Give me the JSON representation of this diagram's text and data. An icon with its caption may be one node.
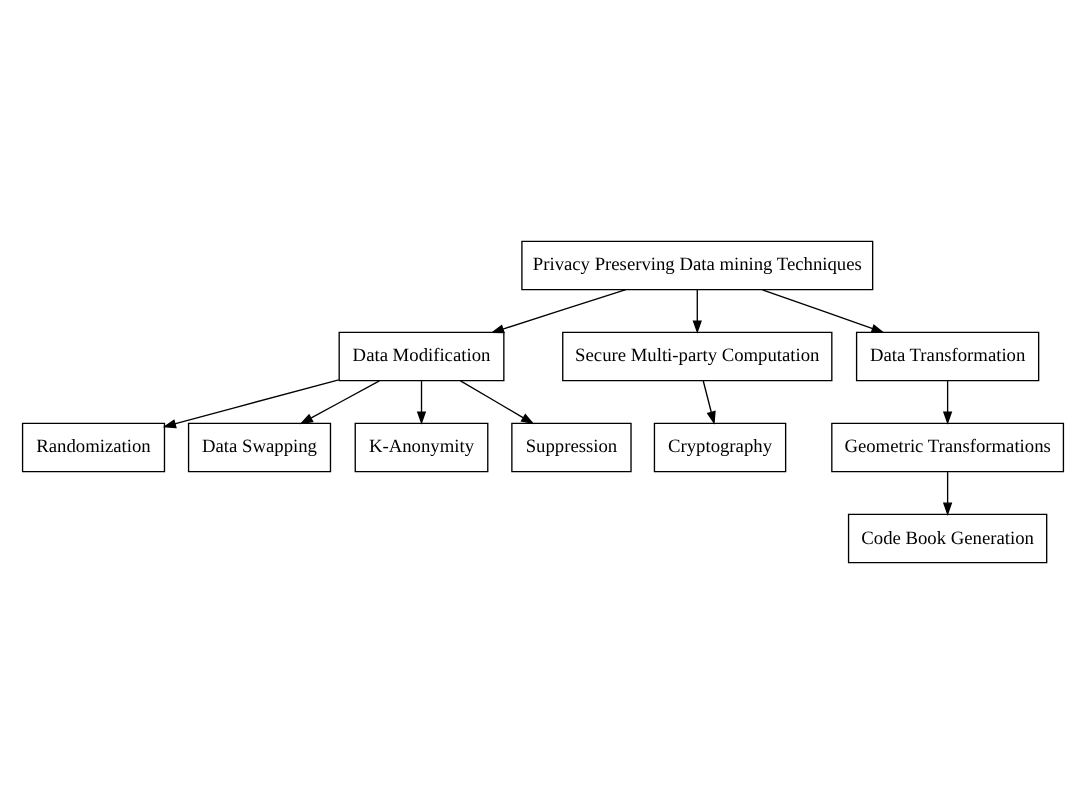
{
  "diagram": {
    "nodes": [
      {
        "text": [
          "Privacy Preserving Data mining Techniques"
        ]
      },
      {
        "text": [
          "Data Modification"
        ]
      },
      {
        "text": [
          "Secure Multi-party Computation"
        ]
      },
      {
        "text": [
          "Data Transformation"
        ]
      },
      {
        "text": [
          "Randomization"
        ]
      },
      {
        "text": [
          "Data Swapping"
        ]
      },
      {
        "text": [
          "K-Anonymity"
        ]
      },
      {
        "text": [
          "Suppression"
        ]
      },
      {
        "text": [
          "Cryptography"
        ]
      },
      {
        "text": [
          "Geometric Transformations"
        ]
      },
      {
        "text": [
          "Code Book Generation"
        ]
      }
    ],
    "edges": [
      {
        "from": 0,
        "to": 1,
        "arrow": "to"
      },
      {
        "from": 0,
        "to": 2,
        "arrow": "to"
      },
      {
        "from": 0,
        "to": 3,
        "arrow": "to"
      },
      {
        "from": 1,
        "to": 4,
        "arrow": "to"
      },
      {
        "from": 1,
        "to": 5,
        "arrow": "to"
      },
      {
        "from": 1,
        "to": 6,
        "arrow": "to"
      },
      {
        "from": 1,
        "to": 7,
        "arrow": "to"
      },
      {
        "from": 2,
        "to": 8,
        "arrow": "to"
      },
      {
        "from": 3,
        "to": 9,
        "arrow": "to"
      },
      {
        "from": 9,
        "to": 10,
        "arrow": "to"
      }
    ]
  }
}
